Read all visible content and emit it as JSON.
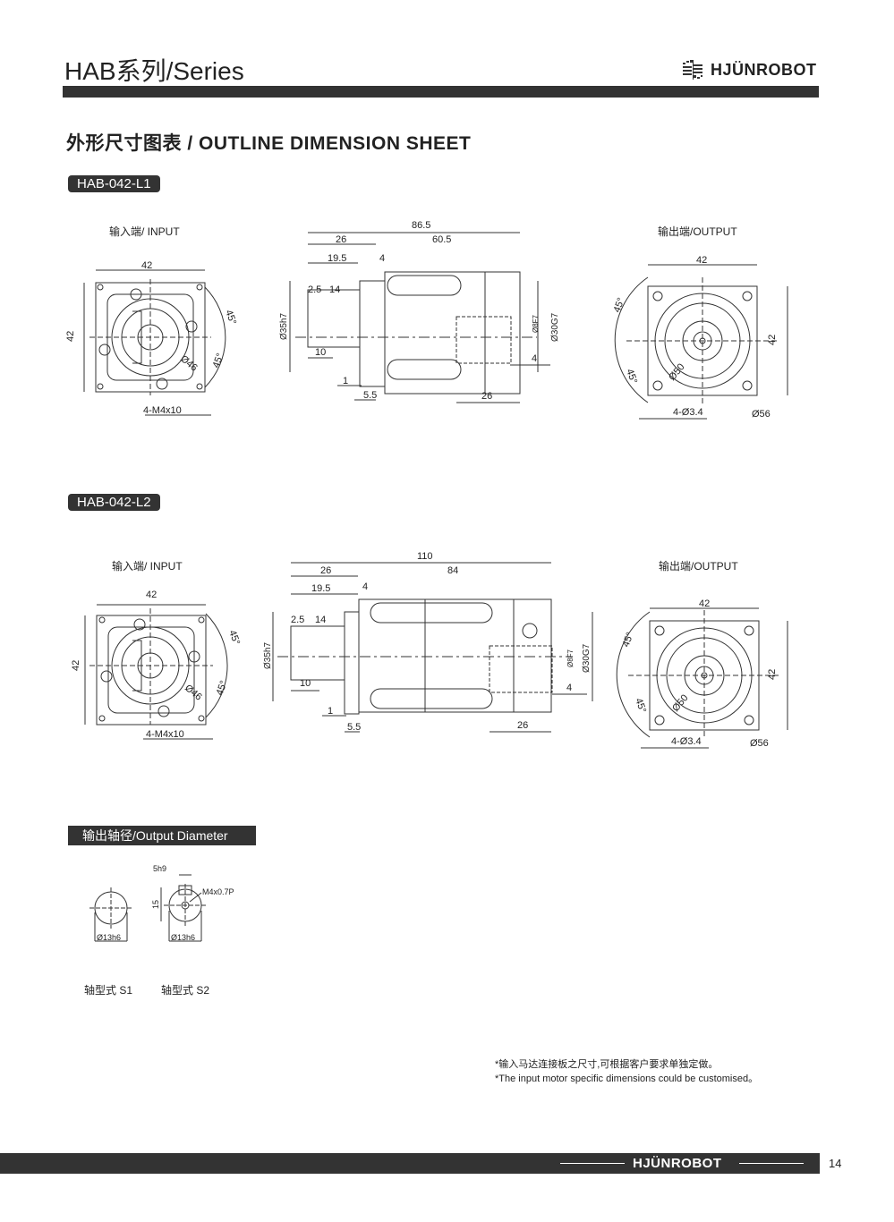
{
  "header": {
    "title": "HAB系列/Series",
    "brand": "HJÜNROBOT"
  },
  "section": {
    "heading": "外形尺寸图表 / OUTLINE DIMENSION SHEET"
  },
  "models": [
    {
      "tag": "HAB-042-L1",
      "input_label": "输入端/ INPUT",
      "output_label": "输出端/OUTPUT",
      "input_dims": {
        "width": "42",
        "height": "42",
        "angle1": "45°",
        "angle2": "45°",
        "circle": "Ø46",
        "holes": "4-M4x10"
      },
      "side_dims": {
        "total": "86.5",
        "left": "26",
        "right": "60.5",
        "shaft": "19.5",
        "flange": "4",
        "key_a": "2.5",
        "key_b": "14",
        "pilot": "Ø35h7",
        "key_len": "10",
        "step1": "1",
        "step2": "5.5",
        "bore": "Ø8F7",
        "bore2": "Ø30G7",
        "depth": "4",
        "out_len": "26"
      },
      "output_dims": {
        "width": "42",
        "height": "42",
        "angle1": "45°",
        "angle2": "45°",
        "circle": "Ø50",
        "holes": "4-Ø3.4",
        "outer": "Ø56"
      }
    },
    {
      "tag": "HAB-042-L2",
      "input_label": "输入端/ INPUT",
      "output_label": "输出端/OUTPUT",
      "input_dims": {
        "width": "42",
        "height": "42",
        "angle1": "45°",
        "angle2": "45°",
        "circle": "Ø46",
        "holes": "4-M4x10"
      },
      "side_dims": {
        "total": "110",
        "left": "26",
        "right": "84",
        "shaft": "19.5",
        "flange": "4",
        "key_a": "2.5",
        "key_b": "14",
        "pilot": "Ø35h7",
        "key_len": "10",
        "step1": "1",
        "step2": "5.5",
        "bore": "Ø8F7",
        "bore2": "Ø30G7",
        "depth": "4",
        "out_len": "26"
      },
      "output_dims": {
        "width": "42",
        "height": "42",
        "angle1": "45°",
        "angle2": "45°",
        "circle": "Ø50",
        "holes": "4-Ø3.4",
        "outer": "Ø56"
      }
    }
  ],
  "output_diameter": {
    "tag": "输出轴径/Output Diameter",
    "s1": {
      "dia": "Ø13h6",
      "label": "轴型式 S1"
    },
    "s2": {
      "key": "5h9",
      "len": "15",
      "thread": "M4x0.7P",
      "dia": "Ø13h6",
      "label": "轴型式 S2"
    }
  },
  "notes": {
    "cn": "*输入马达连接板之尺寸,可根据客户要求单独定做。",
    "en": "*The input motor specific dimensions could be customised。"
  },
  "footer": {
    "brand": "HJÜNROBOT",
    "page": "14"
  }
}
